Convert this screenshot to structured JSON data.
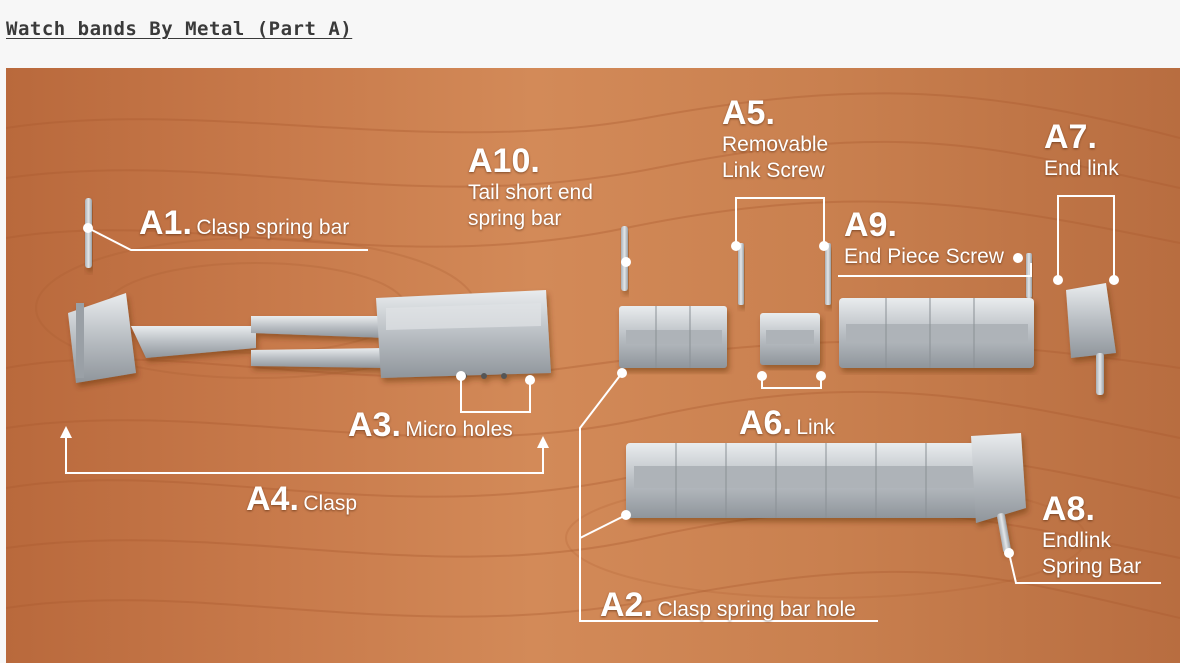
{
  "page": {
    "title": "Watch bands By Metal (Part A)"
  },
  "labels": {
    "a1": {
      "code": "A1.",
      "text": "Clasp spring bar"
    },
    "a2": {
      "code": "A2.",
      "text": "Clasp spring bar hole"
    },
    "a3": {
      "code": "A3.",
      "text": "Micro holes"
    },
    "a4": {
      "code": "A4.",
      "text": "Clasp"
    },
    "a5": {
      "code": "A5.",
      "line1": "Removable",
      "line2": "Link Screw"
    },
    "a6": {
      "code": "A6.",
      "text": "Link"
    },
    "a7": {
      "code": "A7.",
      "text": "End link"
    },
    "a8": {
      "code": "A8.",
      "line1": "Endlink",
      "line2": "Spring Bar"
    },
    "a9": {
      "code": "A9.",
      "text": "End Piece Screw"
    },
    "a10": {
      "code": "A10.",
      "line1": "Tail short end",
      "line2": "spring bar"
    }
  },
  "colors": {
    "wood": "#c7794a",
    "metal": "#c9cdd1",
    "label": "#ffffff"
  }
}
